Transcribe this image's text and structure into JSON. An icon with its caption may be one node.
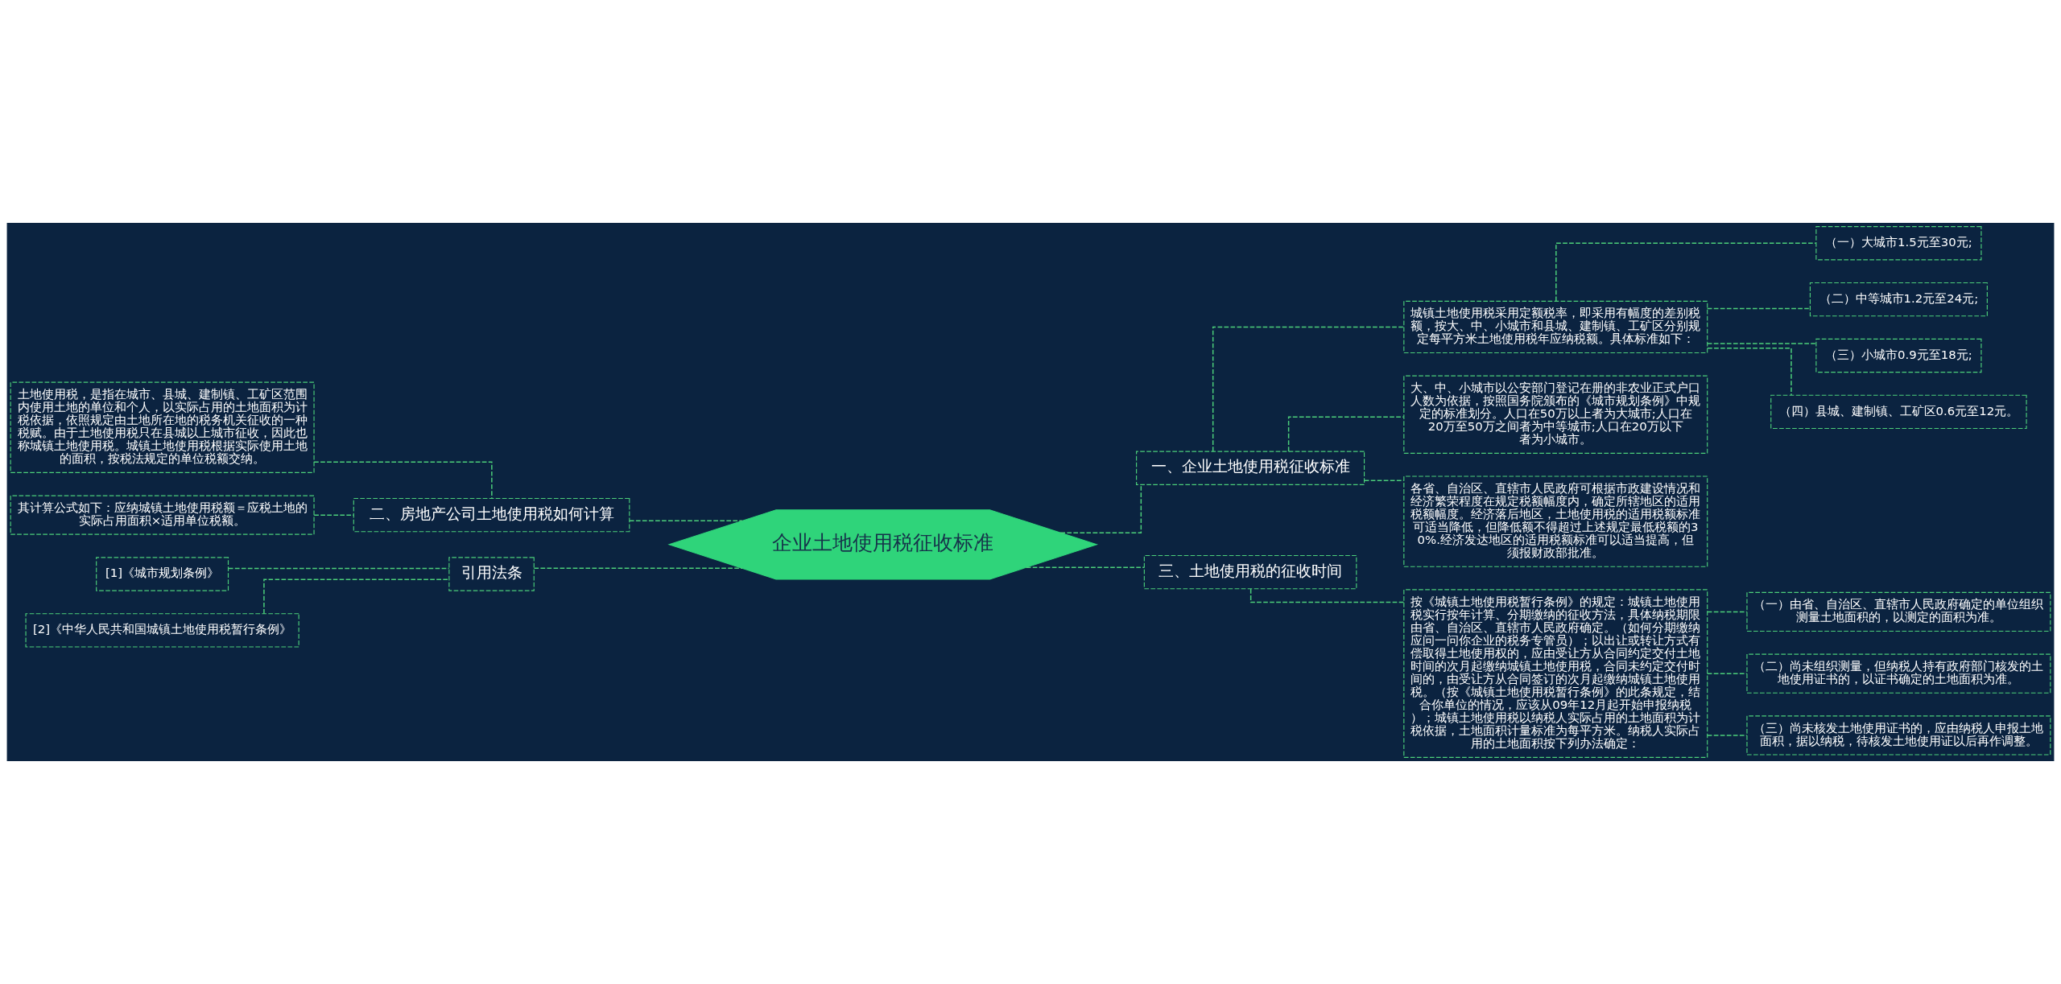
{
  "diagram": {
    "nodes": [
      {
        "text": [
          "企业土地使用税征收标准"
        ]
      },
      {
        "text": [
          "一、企业土地使用税征收标准"
        ]
      },
      {
        "text": [
          "城镇土地使用税采用定额税率，即采用有幅度的差别税额，按大、中、小城市和县城、建制镇、工矿区分别规定每平方米土地使用税年应纳税额。具体标准如下："
        ]
      },
      {
        "text": [
          "（一）大城市1.5元至30元;"
        ]
      },
      {
        "text": [
          "（二）中等城市1.2元至24元;"
        ]
      },
      {
        "text": [
          "（三）小城市0.9元至18元;"
        ]
      },
      {
        "text": [
          "（四）县城、建制镇、工矿区0.6元至12元。"
        ]
      },
      {
        "text": [
          "大、中、小城市以公安部门登记在册的非农业正式户口人数为依据，按照国务院颁布的《城市规划条例》中规定的标准划分。人口在50万以上者为大城市;人口在20万至50万之间者为中等城市;人口在20万以下者为小城市。"
        ]
      },
      {
        "text": [
          "各省、自治区、直辖市人民政府可根据市政建设情况和经济繁荣程度在规定税额幅度内，确定所辖地区的适用税额幅度。经济落后地区，土地使用税的适用税额标准可适当降低，但降低额不得超过上述规定最低税额的30%.经济发达地区的适用税额标准可以适当提高，但须报财政部批准。"
        ]
      },
      {
        "text": [
          "三、土地使用税的征收时间"
        ]
      },
      {
        "text": [
          "按《城镇土地使用税暂行条例》的规定：城镇土地使用税实行按年计算、分期缴纳的征收方法，具体纳税期限由省、自治区、直辖市人民政府确定。（如何分期缴纳应问一问你企业的税务专管员）；以出让或转让方式有偿取得土地使用权的，应由受让方从合同约定交付土地时间的次月起缴纳城镇土地使用税，合同未约定交付时间的，由受让方从合同签订的次月起缴纳城镇土地使用税。（按《城镇土地使用税暂行条例》的此条规定，结合你单位的情况，应该从09年12月起开始申报纳税）；城镇土地使用税以纳税人实际占用的土地面积为计税依据，土地面积计量标准为每平方米。纳税人实际占用的土地面积按下列办法确定："
        ]
      },
      {
        "text": [
          "（一）由省、自治区、直辖市人民政府确定的单位组织测量土地面积的，以测定的面积为准。"
        ]
      },
      {
        "text": [
          "（二）尚未组织测量，但纳税人持有政府部门核发的土地使用证书的，以证书确定的土地面积为准。"
        ]
      },
      {
        "text": [
          "（三）尚未核发土地使用证书的，应由纳税人申报土地面积，据以纳税，待核发土地使用证以后再作调整。"
        ]
      },
      {
        "text": [
          "二、房地产公司土地使用税如何计算"
        ]
      },
      {
        "text": [
          "土地使用税，是指在城市、县城、建制镇、工矿区范围内使用土地的单位和个人，以实际占用的土地面积为计税依据，依照规定由土地所在地的税务机关征收的一种税赋。由于土地使用税只在县城以上城市征收，因此也称城镇土地使用税。城镇土地使用税根据实际使用土地的面积，按税法规定的单位税额交纳。"
        ]
      },
      {
        "text": [
          "其计算公式如下：应纳城镇土地使用税额＝应税土地的实际占用面积×适用单位税额。"
        ]
      },
      {
        "text": [
          "引用法条"
        ]
      },
      {
        "text": [
          "[1]《城市规划条例》"
        ]
      },
      {
        "text": [
          "[2]《中华人民共和国城镇土地使用税暂行条例》"
        ]
      }
    ],
    "edges": [
      {
        "from": 0,
        "to": 1,
        "arrow": "none"
      },
      {
        "from": 1,
        "to": 2,
        "arrow": "none"
      },
      {
        "from": 2,
        "to": 3,
        "arrow": "none"
      },
      {
        "from": 2,
        "to": 4,
        "arrow": "none"
      },
      {
        "from": 2,
        "to": 5,
        "arrow": "none"
      },
      {
        "from": 2,
        "to": 6,
        "arrow": "none"
      },
      {
        "from": 1,
        "to": 7,
        "arrow": "none"
      },
      {
        "from": 1,
        "to": 8,
        "arrow": "none"
      },
      {
        "from": 0,
        "to": 9,
        "arrow": "none"
      },
      {
        "from": 9,
        "to": 10,
        "arrow": "none"
      },
      {
        "from": 10,
        "to": 11,
        "arrow": "none"
      },
      {
        "from": 10,
        "to": 12,
        "arrow": "none"
      },
      {
        "from": 10,
        "to": 13,
        "arrow": "none"
      },
      {
        "from": 0,
        "to": 14,
        "arrow": "none"
      },
      {
        "from": 14,
        "to": 15,
        "arrow": "none"
      },
      {
        "from": 14,
        "to": 16,
        "arrow": "none"
      },
      {
        "from": 0,
        "to": 17,
        "arrow": "none"
      },
      {
        "from": 17,
        "to": 18,
        "arrow": "none"
      },
      {
        "from": 17,
        "to": 19,
        "arrow": "none"
      }
    ]
  }
}
